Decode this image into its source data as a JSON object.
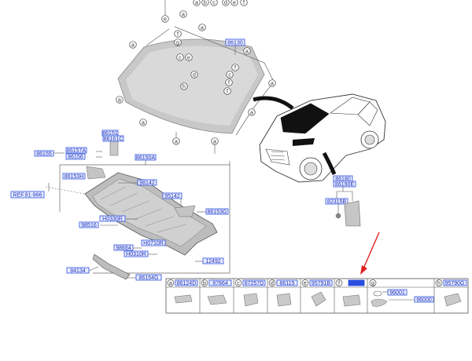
{
  "tags": {
    "t86130": "86130",
    "t86151": "86151",
    "t86161C": "86161C",
    "t86155": "86155",
    "t86157A": "86157A",
    "t86156": "86156",
    "t86150A": "86150A",
    "t86153H": "86153H",
    "t98142": "98142",
    "ref": "REF.91-966",
    "t95142": "95142",
    "t86153G": "86153G",
    "tH0330R": "H0330R",
    "t98516": "98516",
    "tH0710R": "H0710R",
    "t98664": "98664",
    "tH0310R": "H0310R",
    "t12492": "12492",
    "t84134": "84134",
    "t86154G": "86154G",
    "t86180": "86180",
    "t86190E": "86190E",
    "t82315B": "82315B"
  },
  "circles": {
    "a": "a",
    "b": "b",
    "c": "c",
    "d": "d",
    "e": "e",
    "f": "f",
    "g": "g",
    "h": "h"
  },
  "table": {
    "cells": [
      {
        "letter": "a",
        "code": "86124D"
      },
      {
        "letter": "b",
        "code": "87864"
      },
      {
        "letter": "c",
        "code": "87257D"
      },
      {
        "letter": "d",
        "code": "86115"
      },
      {
        "letter": "e",
        "code": "95791B"
      },
      {
        "letter": "f",
        "code": "",
        "highlighted": true
      },
      {
        "letter": "g",
        "code": "",
        "subcodes": [
          "96001",
          "96000"
        ]
      },
      {
        "letter": "h",
        "code": "95790G"
      }
    ]
  },
  "colors": {
    "accent": "#2b4de0",
    "arrow": "#e02020",
    "glass": "#cfcfcf"
  }
}
